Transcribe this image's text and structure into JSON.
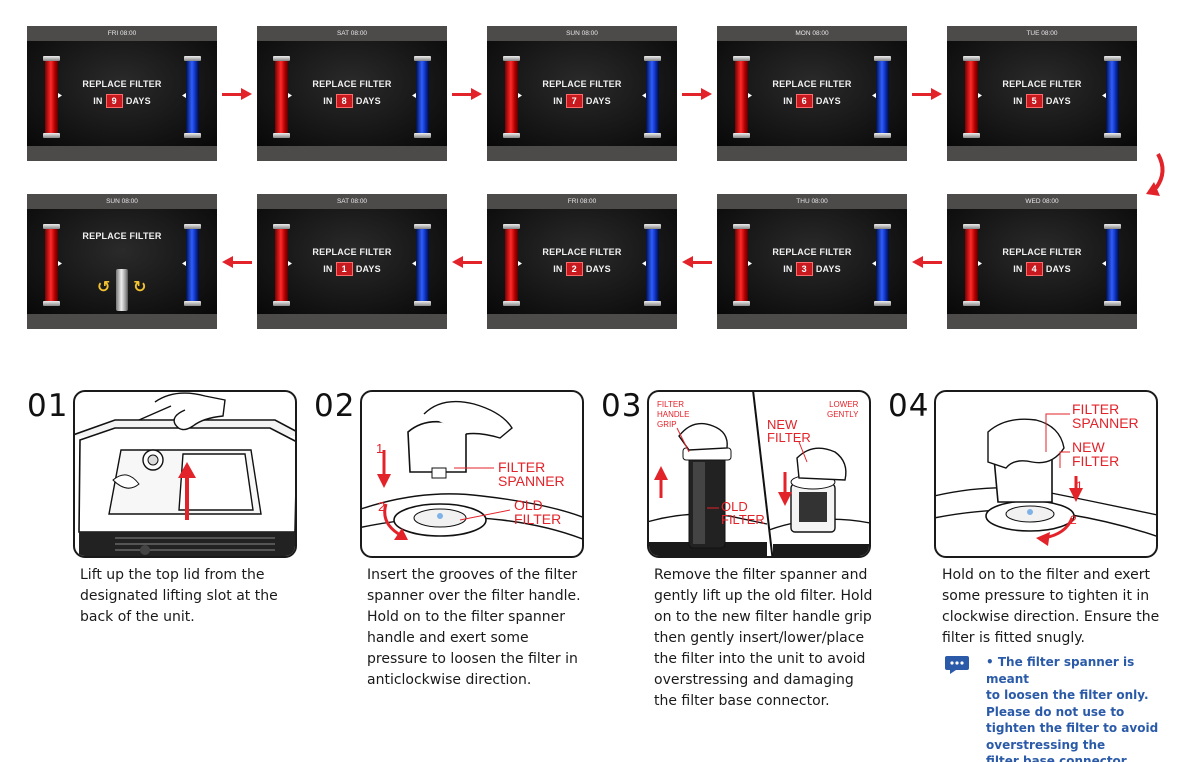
{
  "screens": [
    {
      "time": "FRI 08:00",
      "line1": "REPLACE FILTER",
      "pre": "IN",
      "days": "9",
      "post": "DAYS"
    },
    {
      "time": "SAT 08:00",
      "line1": "REPLACE FILTER",
      "pre": "IN",
      "days": "8",
      "post": "DAYS"
    },
    {
      "time": "SUN 08:00",
      "line1": "REPLACE FILTER",
      "pre": "IN",
      "days": "7",
      "post": "DAYS"
    },
    {
      "time": "MON 08:00",
      "line1": "REPLACE FILTER",
      "pre": "IN",
      "days": "6",
      "post": "DAYS"
    },
    {
      "time": "TUE 08:00",
      "line1": "REPLACE FILTER",
      "pre": "IN",
      "days": "5",
      "post": "DAYS"
    },
    {
      "time": "WED 08:00",
      "line1": "REPLACE FILTER",
      "pre": "IN",
      "days": "4",
      "post": "DAYS"
    },
    {
      "time": "THU 08:00",
      "line1": "REPLACE FILTER",
      "pre": "IN",
      "days": "3",
      "post": "DAYS"
    },
    {
      "time": "FRI 08:00",
      "line1": "REPLACE FILTER",
      "pre": "IN",
      "days": "2",
      "post": "DAYS"
    },
    {
      "time": "SAT 08:00",
      "line1": "REPLACE FILTER",
      "pre": "IN",
      "days": "1",
      "post": "DAYS"
    },
    {
      "time": "SUN 08:00",
      "line1": "REPLACE FILTER"
    }
  ],
  "steps": [
    {
      "num": "01",
      "text": "Lift up the top lid from the designated lifting slot at the back of the unit."
    },
    {
      "num": "02",
      "text": "Insert the grooves of the filter spanner over the filter handle. Hold on to the filter spanner handle and exert some pressure to loosen the filter in anticlockwise direction.",
      "labels": {
        "spanner": "FILTER\nSPANNER",
        "old": "OLD\nFILTER",
        "n1": "1",
        "n2": "2"
      }
    },
    {
      "num": "03",
      "text": "Remove the filter spanner and gently lift up the old filter. Hold on to the new filter handle grip then gently insert/lower/place the filter into the unit to avoid overstressing and damaging the filter base connector.",
      "labels": {
        "grip": "FILTER\nHANDLE\nGRIP",
        "lower": "LOWER\nGENTLY",
        "new": "NEW\nFILTER",
        "old": "OLD\nFILTER"
      }
    },
    {
      "num": "04",
      "text": "Hold on to the filter and exert some pressure to tighten it in clockwise direction. Ensure the filter is fitted snugly.",
      "labels": {
        "spanner": "FILTER\nSPANNER",
        "new": "NEW\nFILTER",
        "n1": "1",
        "n2": "2"
      }
    }
  ],
  "note": {
    "icon": "speech-bubble-icon",
    "text": "• The filter spanner is meant\nto loosen the filter only.\nPlease do not use to\ntighten the filter to avoid\noverstressing the\nfilter base connector."
  },
  "colors": {
    "accent": "#e3232a",
    "note": "#2a5aa8"
  }
}
